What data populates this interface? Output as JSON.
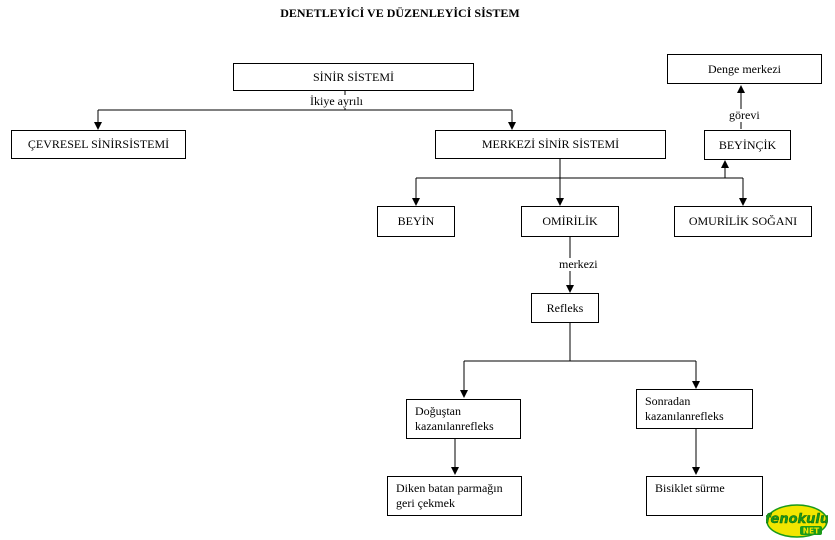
{
  "title": "DENETLEYİCİ VE DÜZENLEYİCİ SİSTEM",
  "nodes": {
    "sinir_sistemi": "SİNİR SİSTEMİ",
    "cevresel": "ÇEVRESEL SİNİRSİSTEMİ",
    "merkezi": "MERKEZİ SİNİR SİSTEMİ",
    "beyincik": "BEYİNÇİK",
    "denge": "Denge merkezi",
    "beyin": "BEYİN",
    "omurilik": "OMİRİLİK",
    "omurilik_sogani": "OMURİLİK SOĞANI",
    "refleks": "Refleks",
    "dogustan": "Doğuştan kazanılanrefleks",
    "sonradan": "Sonradan kazanılanrefleks",
    "diken": "Diken batan parmağın geri çekmek",
    "bisiklet": "Bisiklet sürme"
  },
  "edge_labels": {
    "ikiye": "İkiye ayrılı",
    "gorevi": "görevi",
    "merkezi": "merkezi"
  },
  "logo": {
    "text": "fenokulu",
    "sub": "NET",
    "color_main": "#1a9a1a",
    "color_bg": "#f2e600"
  }
}
